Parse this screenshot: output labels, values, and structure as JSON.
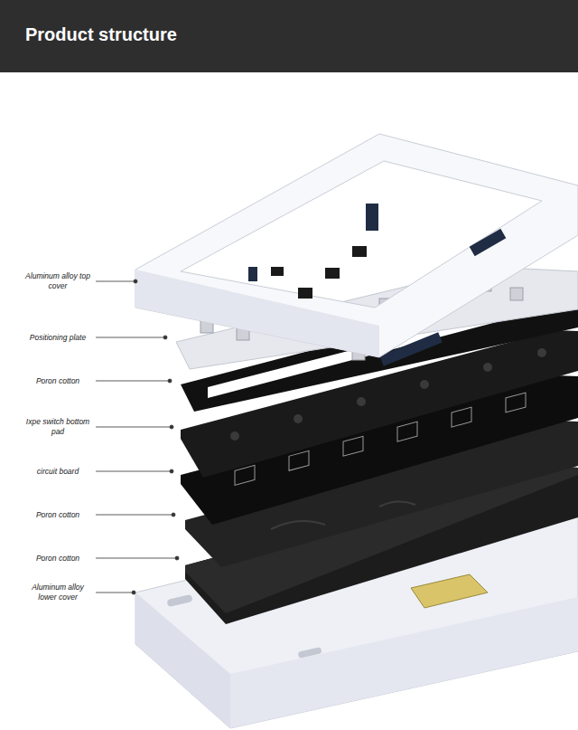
{
  "diagram": {
    "title": "Product structure",
    "labels": [
      "Aluminum alloy top cover",
      "Positioning plate",
      "Poron cotton",
      "Ixpe switch bottom pad",
      "circuit board",
      "Poron cotton",
      "Poron cotton",
      "Aluminum alloy lower cover"
    ]
  }
}
